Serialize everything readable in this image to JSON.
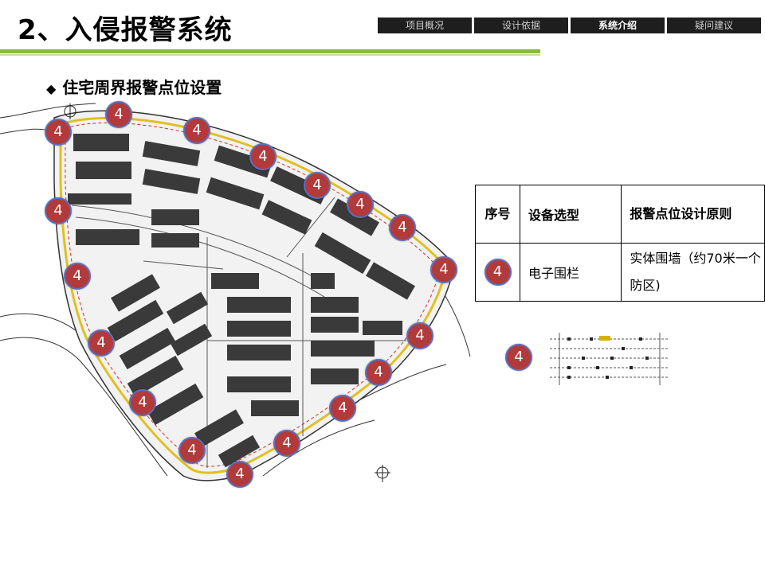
{
  "header": {
    "title": "2、入侵报警系统",
    "tabs": [
      {
        "label": "项目概况",
        "active": false
      },
      {
        "label": "设计依据",
        "active": false
      },
      {
        "label": "系统介绍",
        "active": true
      },
      {
        "label": "疑问建议",
        "active": false
      }
    ]
  },
  "section": {
    "bullet": "◆",
    "title": "住宅周界报警点位设置"
  },
  "site_plan": {
    "marker_label": "4",
    "marker_color": "#b23a3a",
    "marker_border_color": "#5b6fc0",
    "fence_line_color": "#e0c020",
    "alarm_line_color": "#d03030"
  },
  "legend_table": {
    "headers": [
      "序号",
      "设备选型",
      "报警点位设计原则"
    ],
    "rows": [
      {
        "marker": "4",
        "device": "电子围栏",
        "principle": "实体围墙（约70米一个防区)"
      }
    ]
  },
  "fence_example": {
    "marker": "4"
  }
}
